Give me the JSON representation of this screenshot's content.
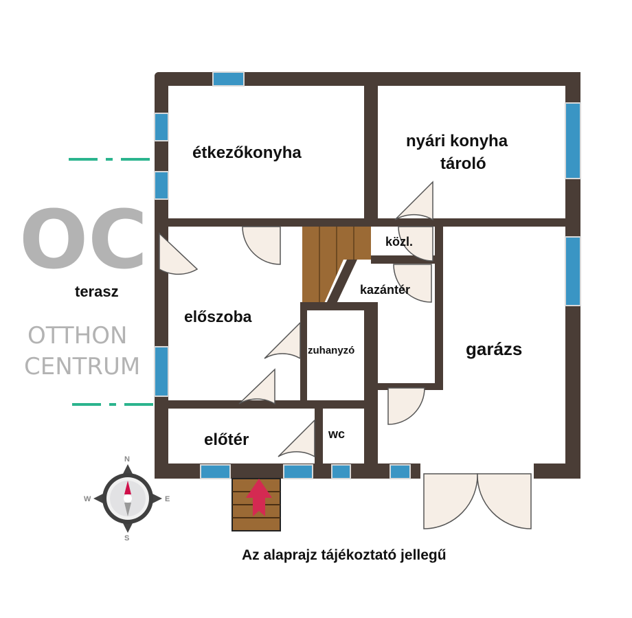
{
  "rooms": {
    "etkezo": "étkezőkonyha",
    "nyari_1": "nyári konyha",
    "nyari_2": "tároló",
    "kozl": "közl.",
    "kazanter": "kazántér",
    "eloszoba": "előszoba",
    "zuhanyzo": "zuhanyzó",
    "garazs": "garázs",
    "eloter": "előtér",
    "wc": "wc",
    "terasz": "terasz"
  },
  "compass": {
    "n": "N",
    "s": "S",
    "e": "E",
    "w": "W"
  },
  "watermark": {
    "logo": "OC",
    "line1": "OTTHON",
    "line2": "CENTRUM"
  },
  "footer_note": "Az alaprajz tájékoztató jellegű",
  "colors": {
    "wall": "#4a3d36",
    "window": "#3a95c4",
    "door": "#f6eee6",
    "stairs": "#9b6a35",
    "arrow": "#d42a52",
    "terrace_line": "#2bb48e"
  }
}
